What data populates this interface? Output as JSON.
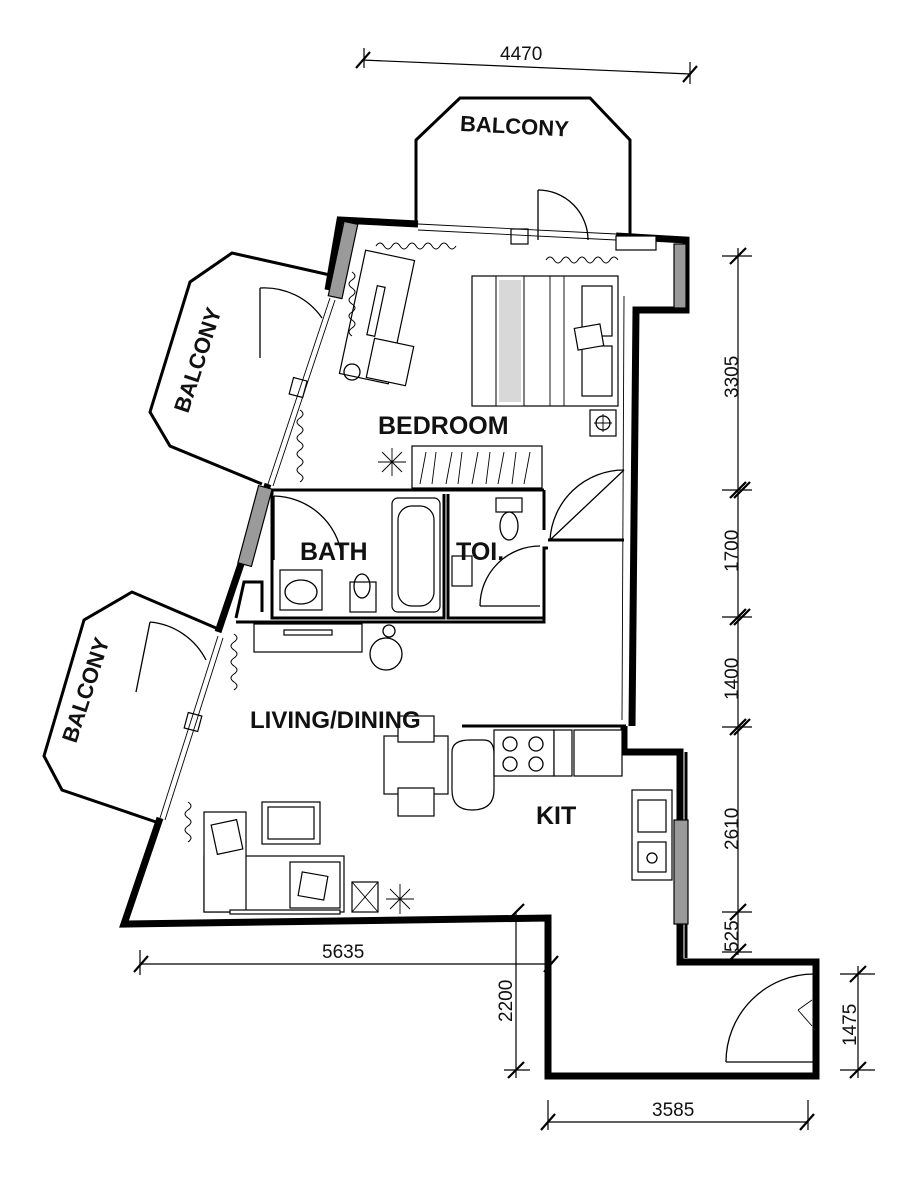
{
  "rooms": {
    "balcony_top": "BALCONY",
    "balcony_left_upper": "BALCONY",
    "balcony_left_lower": "BALCONY",
    "bedroom": "BEDROOM",
    "bath": "BATH",
    "toilet": "TOI.",
    "living_dining": "LIVING/DINING",
    "kitchen": "KIT"
  },
  "dimensions": {
    "top_width": "4470",
    "right_bedroom": "3305",
    "right_bath": "1700",
    "right_corridor": "1400",
    "right_kitchen": "2610",
    "right_lower": "525",
    "bottom_living": "5635",
    "entry_height": "2200",
    "entry_width": "3585",
    "entry_door": "1475"
  },
  "colors": {
    "wall": "#000000",
    "column": "#9a9a9a",
    "background": "#ffffff"
  }
}
